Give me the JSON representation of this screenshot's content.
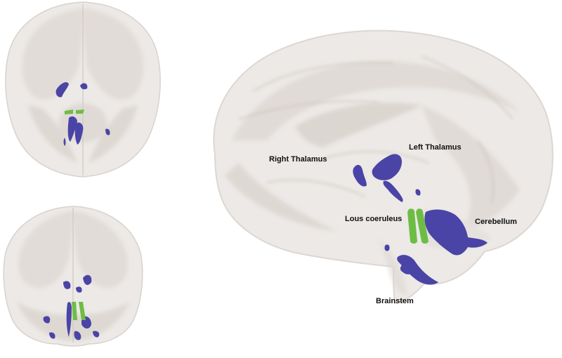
{
  "labels": {
    "right_thalamus": "Right Thalamus",
    "left_thalamus": "Left Thalamus",
    "locus_coeruleus": "Lous coeruleus",
    "cerebellum": "Cerebellum",
    "brainstem": "Brainstem"
  },
  "colors": {
    "brain_tissue": "#cbc3bd",
    "brain_shadow": "#b2a79e",
    "highlight_regions": "#4a44a6",
    "locus_coeruleus": "#6dbd45"
  }
}
